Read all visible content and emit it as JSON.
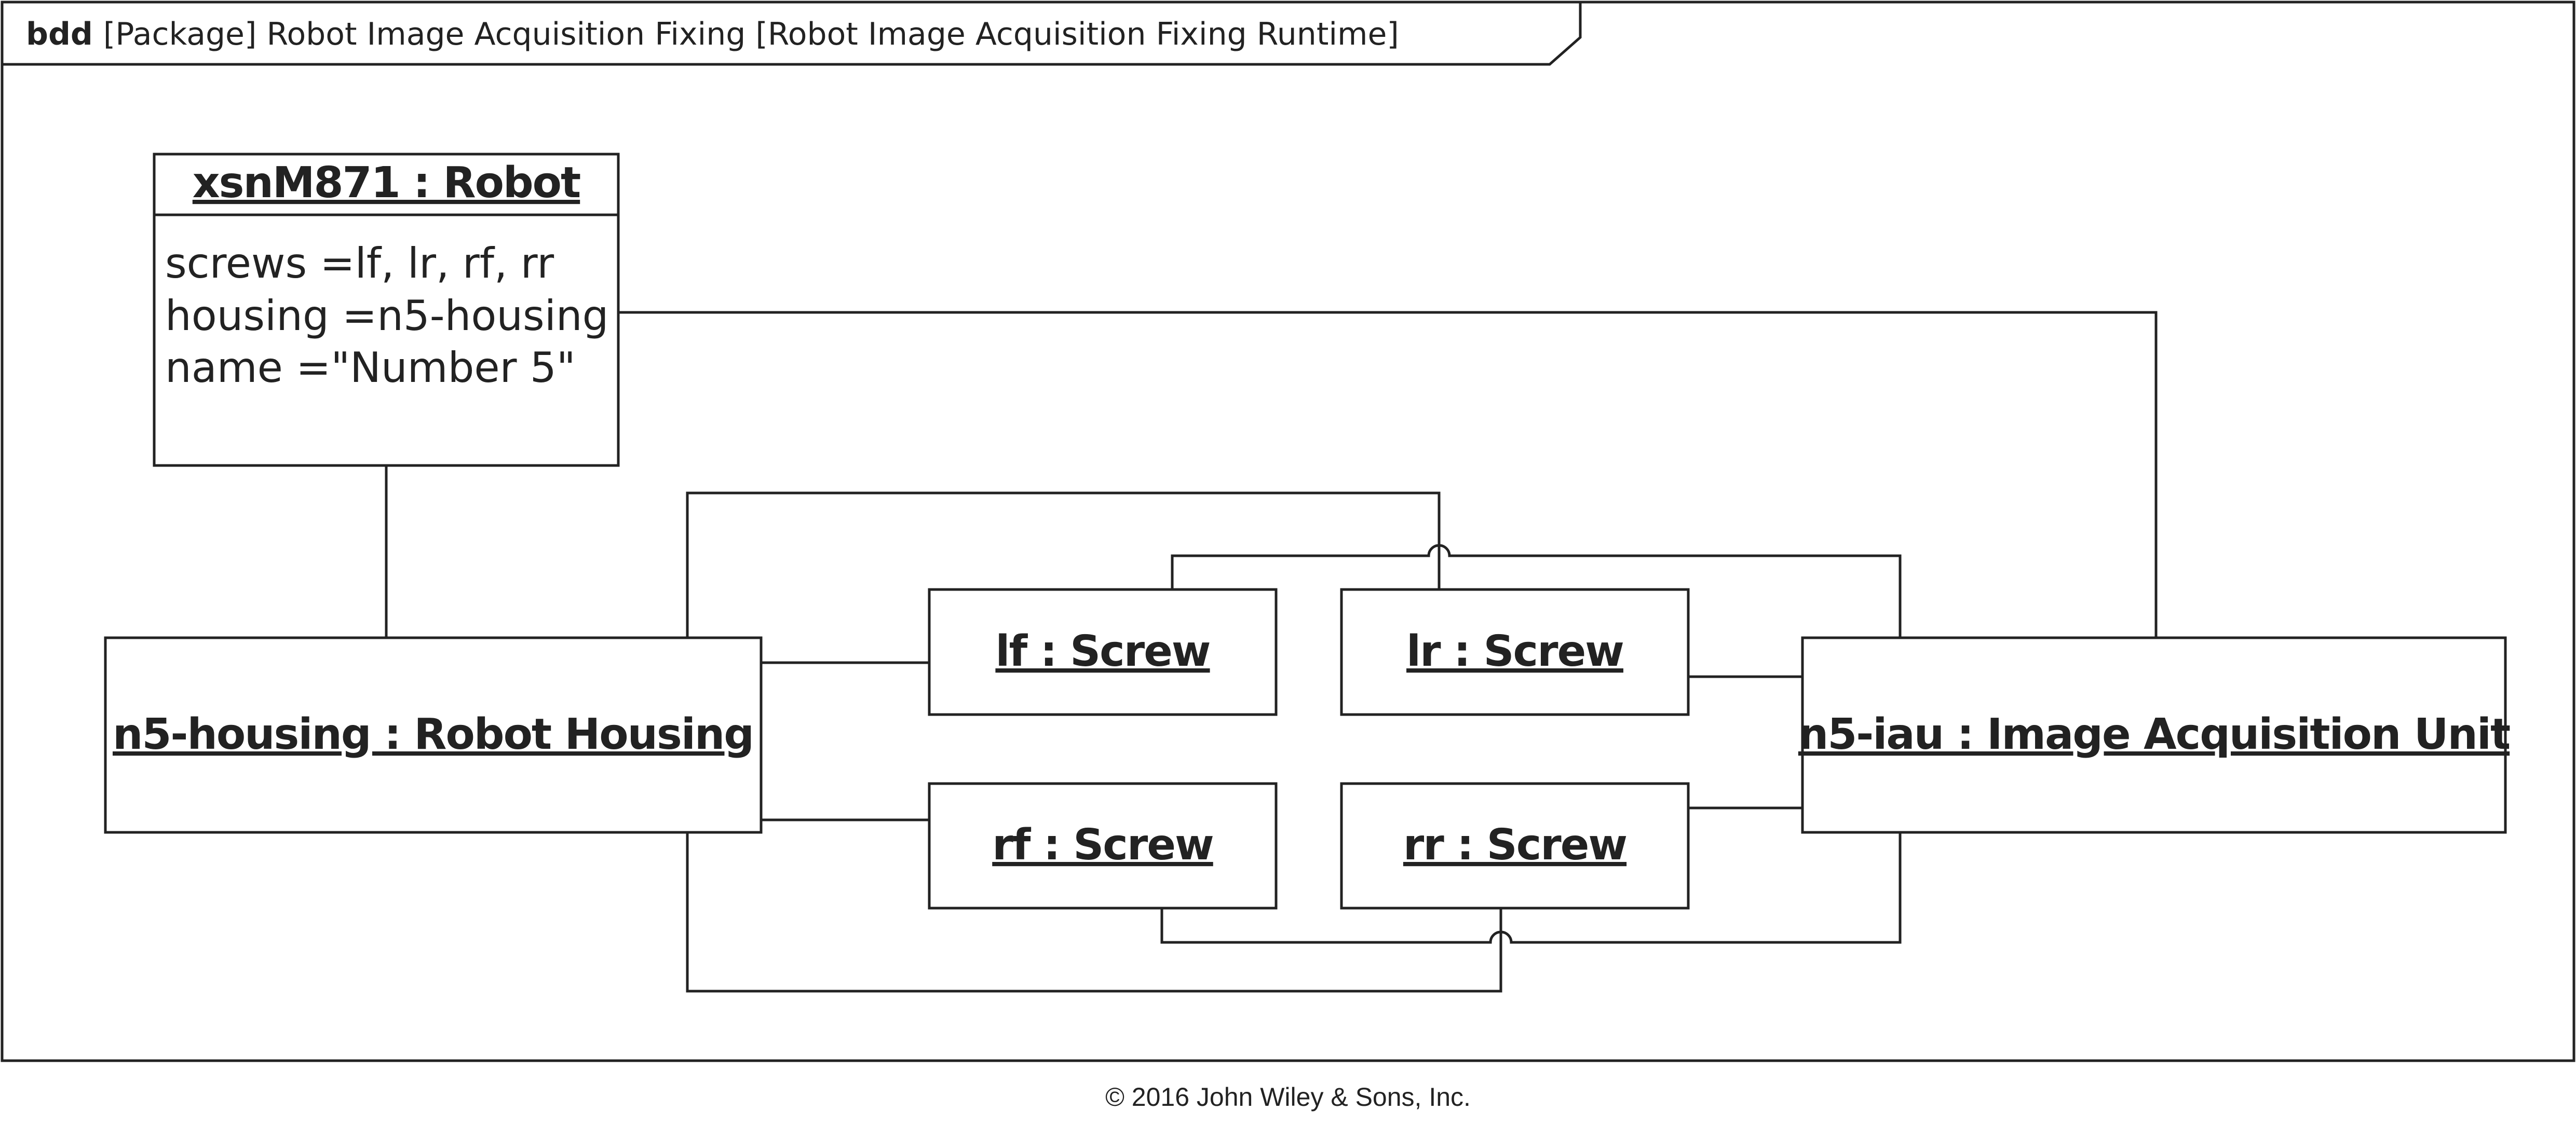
{
  "diagram": {
    "kind": "bdd",
    "header": "[Package] Robot Image Acquisition Fixing [Robot Image Acquisition Fixing Runtime]"
  },
  "instances": {
    "robot": {
      "title": "xsnM871 : Robot",
      "slots": [
        "screws =lf, lr, rf, rr",
        "housing =n5-housing",
        "name =\"Number 5\""
      ]
    },
    "housing": {
      "title": "n5-housing : Robot Housing"
    },
    "iau": {
      "title": "n5-iau : Image Acquisition Unit"
    },
    "lf": {
      "title": "lf : Screw"
    },
    "lr": {
      "title": "lr : Screw"
    },
    "rf": {
      "title": "rf : Screw"
    },
    "rr": {
      "title": "rr : Screw"
    }
  },
  "footer": {
    "copyright": "© 2016 John Wiley & Sons, Inc."
  }
}
